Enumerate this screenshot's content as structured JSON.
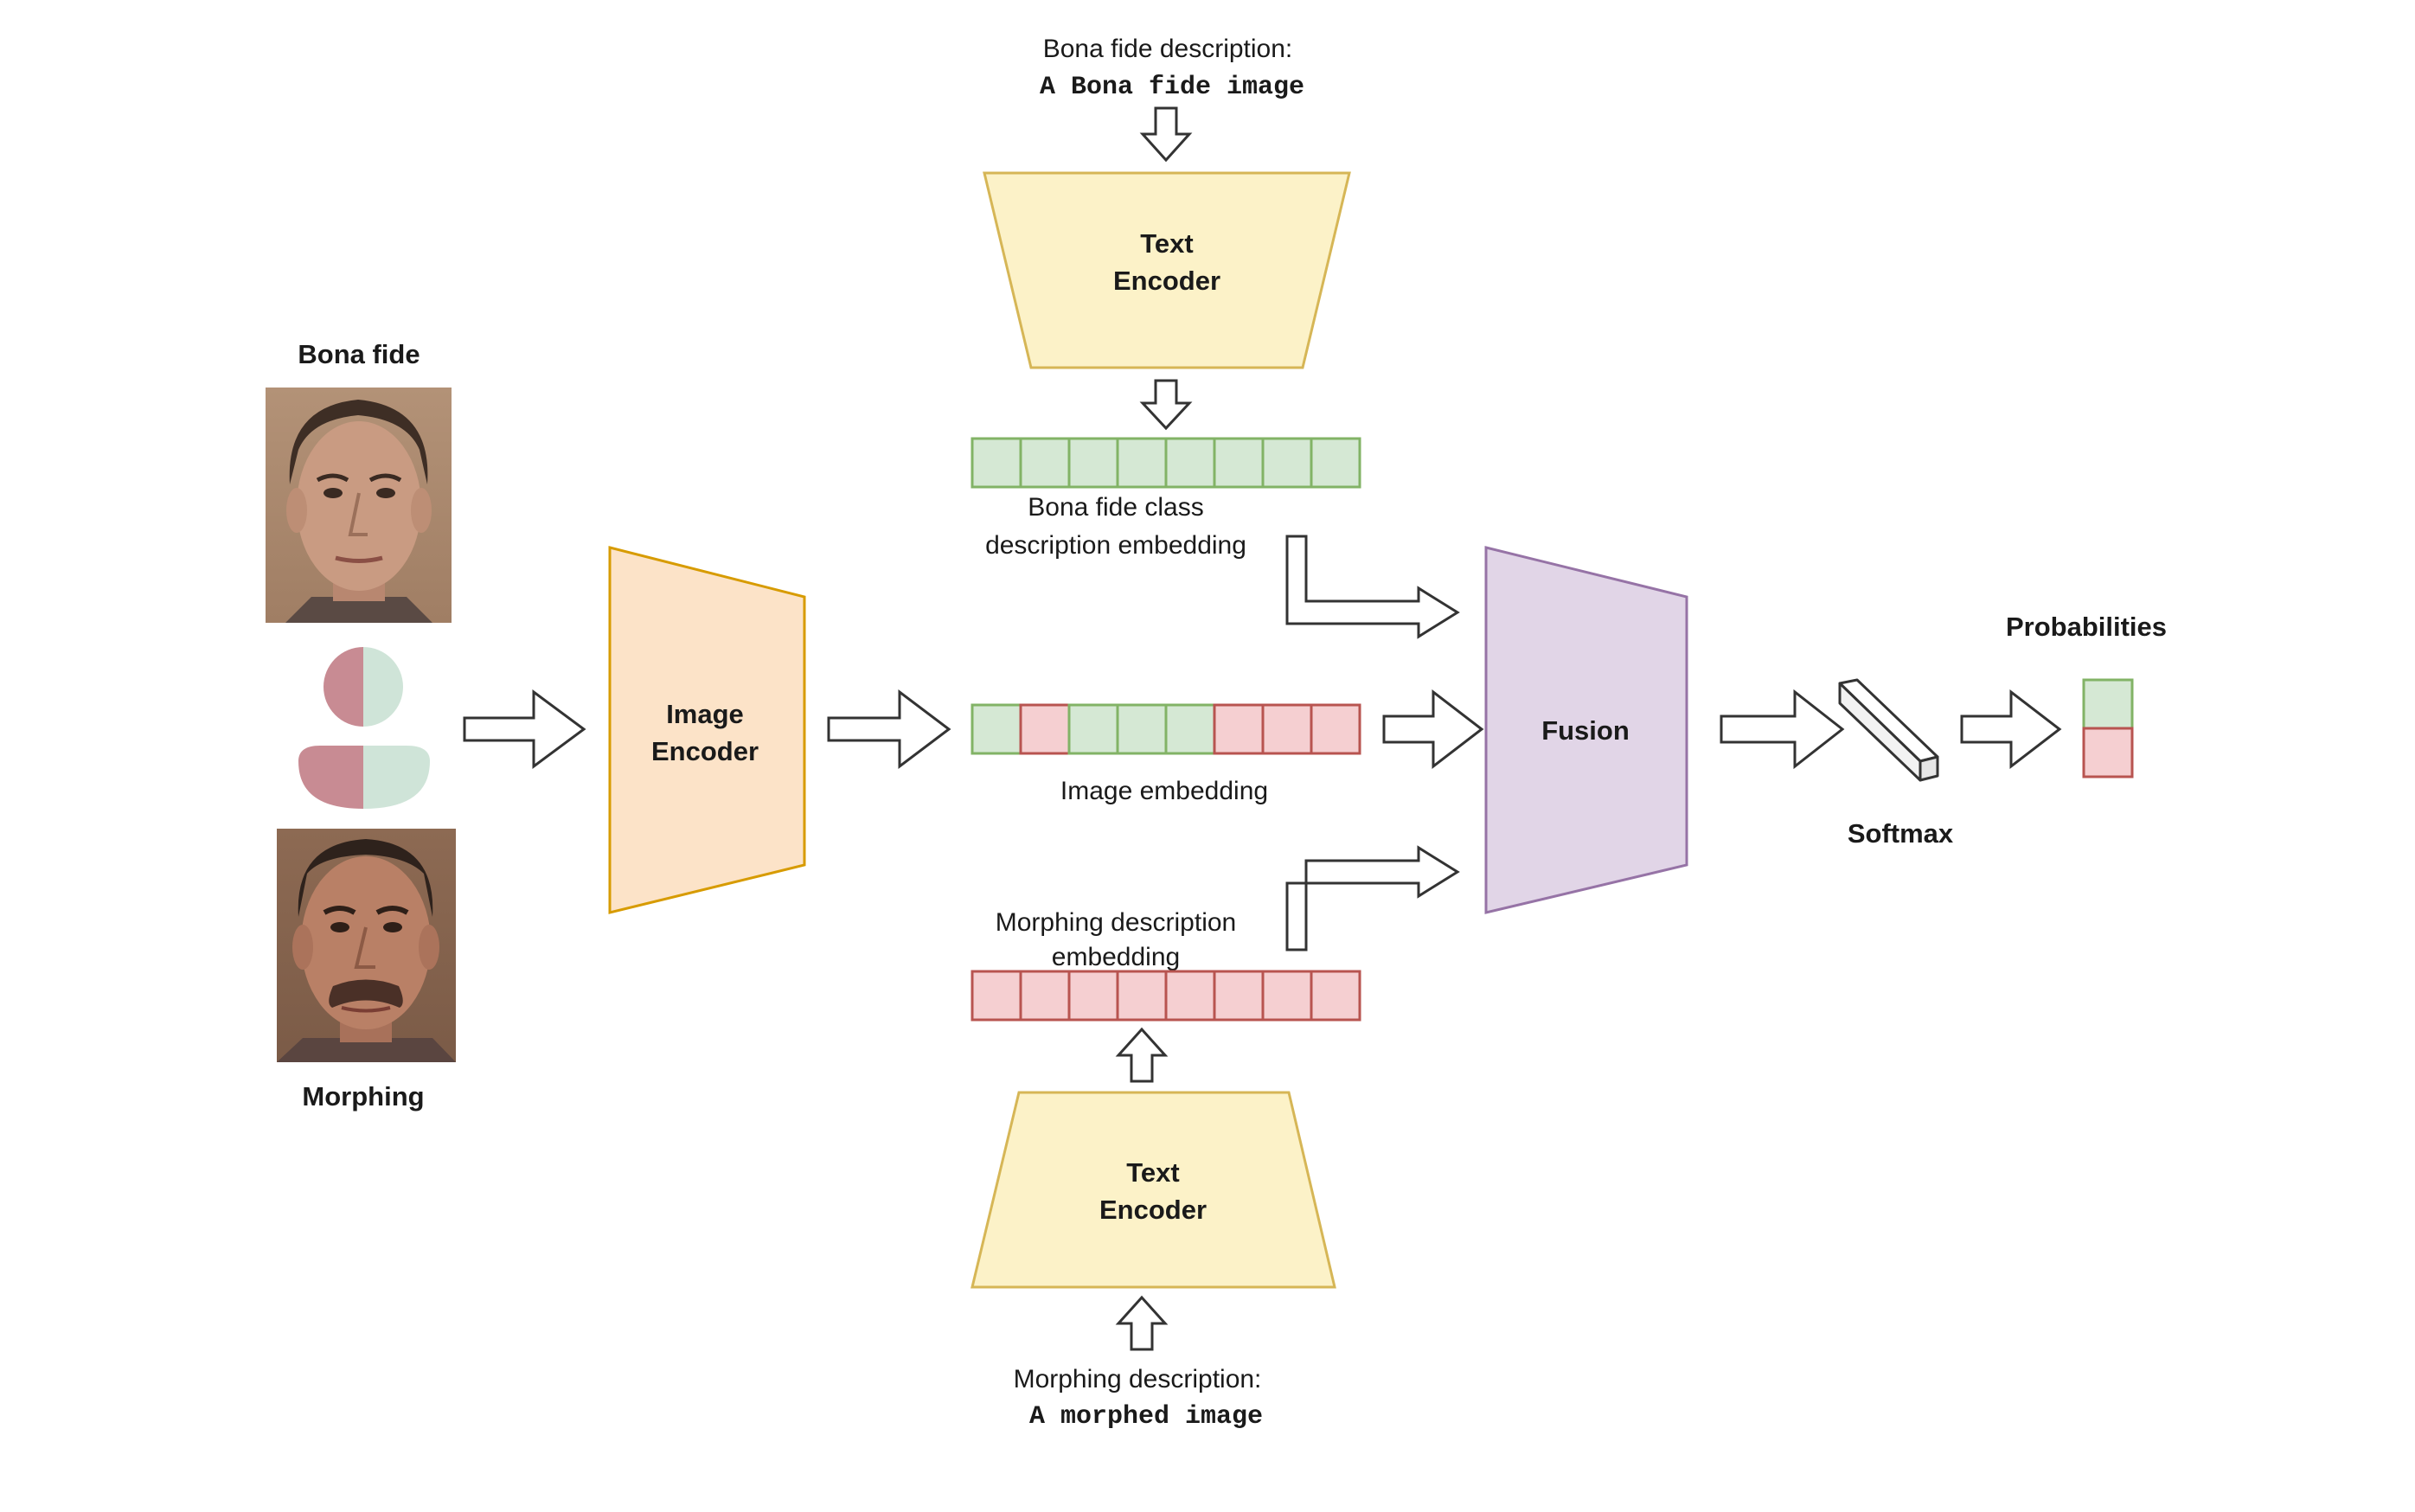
{
  "colors": {
    "text_encoder_fill": "#fcf2c8",
    "text_encoder_stroke": "#d6b656",
    "image_encoder_fill": "#fce3c8",
    "image_encoder_stroke": "#d79b00",
    "fusion_fill": "#e1d5e7",
    "fusion_stroke": "#9673a6",
    "bona_fide_cell_fill": "#d5e8d4",
    "bona_fide_cell_stroke": "#82b366",
    "morph_cell_fill": "#f5cfd1",
    "morph_cell_stroke": "#b85450",
    "morph_glyph": "#c88b93",
    "bona_glyph": "#cfe4d8"
  },
  "icons": {
    "morph_icon": "person-split-icon",
    "softmax_icon": "softmax-bar-icon"
  },
  "left": {
    "bona_fide_title": "Bona fide",
    "morphing_title": "Morphing"
  },
  "top_text": {
    "prompt_label": "Bona fide   description:",
    "prompt_value": "A Bona fide image",
    "encoder_line1": "Text",
    "encoder_line2": "Encoder"
  },
  "bottom_text": {
    "prompt_label": "Morphing description:",
    "prompt_value": "A morphed image",
    "encoder_line1": "Text",
    "encoder_line2": "Encoder"
  },
  "image_encoder": {
    "line1": "Image",
    "line2": "Encoder"
  },
  "embeddings": {
    "bona_fide_label_line1": "Bona fide class",
    "bona_fide_label_line2": "description embedding",
    "image_label": "Image embedding",
    "morph_label_line1": "Morphing  description",
    "morph_label_line2": "embedding",
    "bona_fide_cells": [
      "bona",
      "bona",
      "bona",
      "bona",
      "bona",
      "bona",
      "bona",
      "bona"
    ],
    "image_cells": [
      "bona",
      "morph",
      "bona",
      "bona",
      "bona",
      "morph",
      "morph",
      "morph"
    ],
    "morph_cells": [
      "morph",
      "morph",
      "morph",
      "morph",
      "morph",
      "morph",
      "morph",
      "morph"
    ]
  },
  "fusion": {
    "label": "Fusion"
  },
  "softmax": {
    "label": "Softmax"
  },
  "probabilities": {
    "label": "Probabilities",
    "cells": [
      "bona",
      "morph"
    ]
  }
}
